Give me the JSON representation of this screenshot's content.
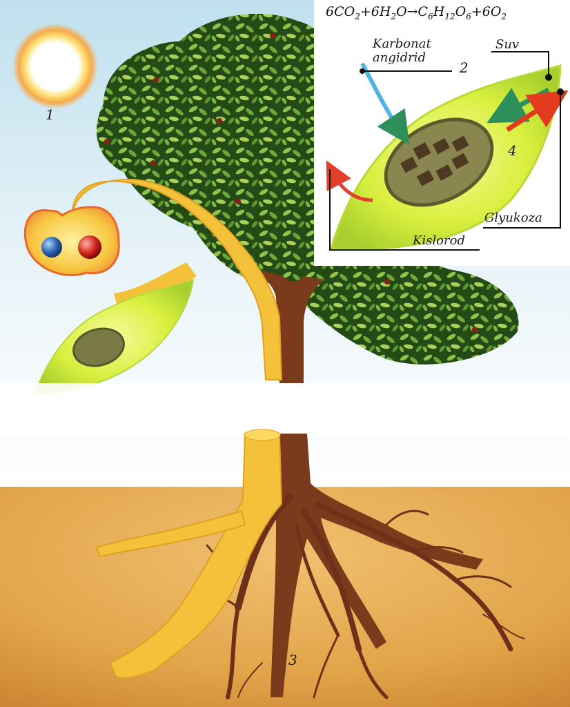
{
  "formula": {
    "parts": [
      "6CO",
      "2",
      "+6H",
      "2",
      "O→C",
      "6",
      "H",
      "12",
      "O",
      "6",
      "+6O",
      "2"
    ]
  },
  "labels": {
    "carbon_dioxide_line1": "Karbonat",
    "carbon_dioxide_line2": "angidrid",
    "water": "Suv",
    "glucose": "Glyukoza",
    "oxygen": "Kislorod"
  },
  "numbers": {
    "sun": "1",
    "carbon_dioxide": "2",
    "roots": "3",
    "inset_leaf": "4"
  },
  "colors": {
    "sky": "#cfe6f0",
    "soil": "#e2a54a",
    "leaf": "#d9ef3e",
    "foliage": "#2f5a1c",
    "trunk": "#7a3a1c",
    "xylem": "#f4c23a",
    "water_arrow": "#2f8f5a",
    "glucose_arrow": "#e23a1c",
    "co2_arrow": "#4fb4e0",
    "oxygen_arrow": "#e2402a"
  }
}
